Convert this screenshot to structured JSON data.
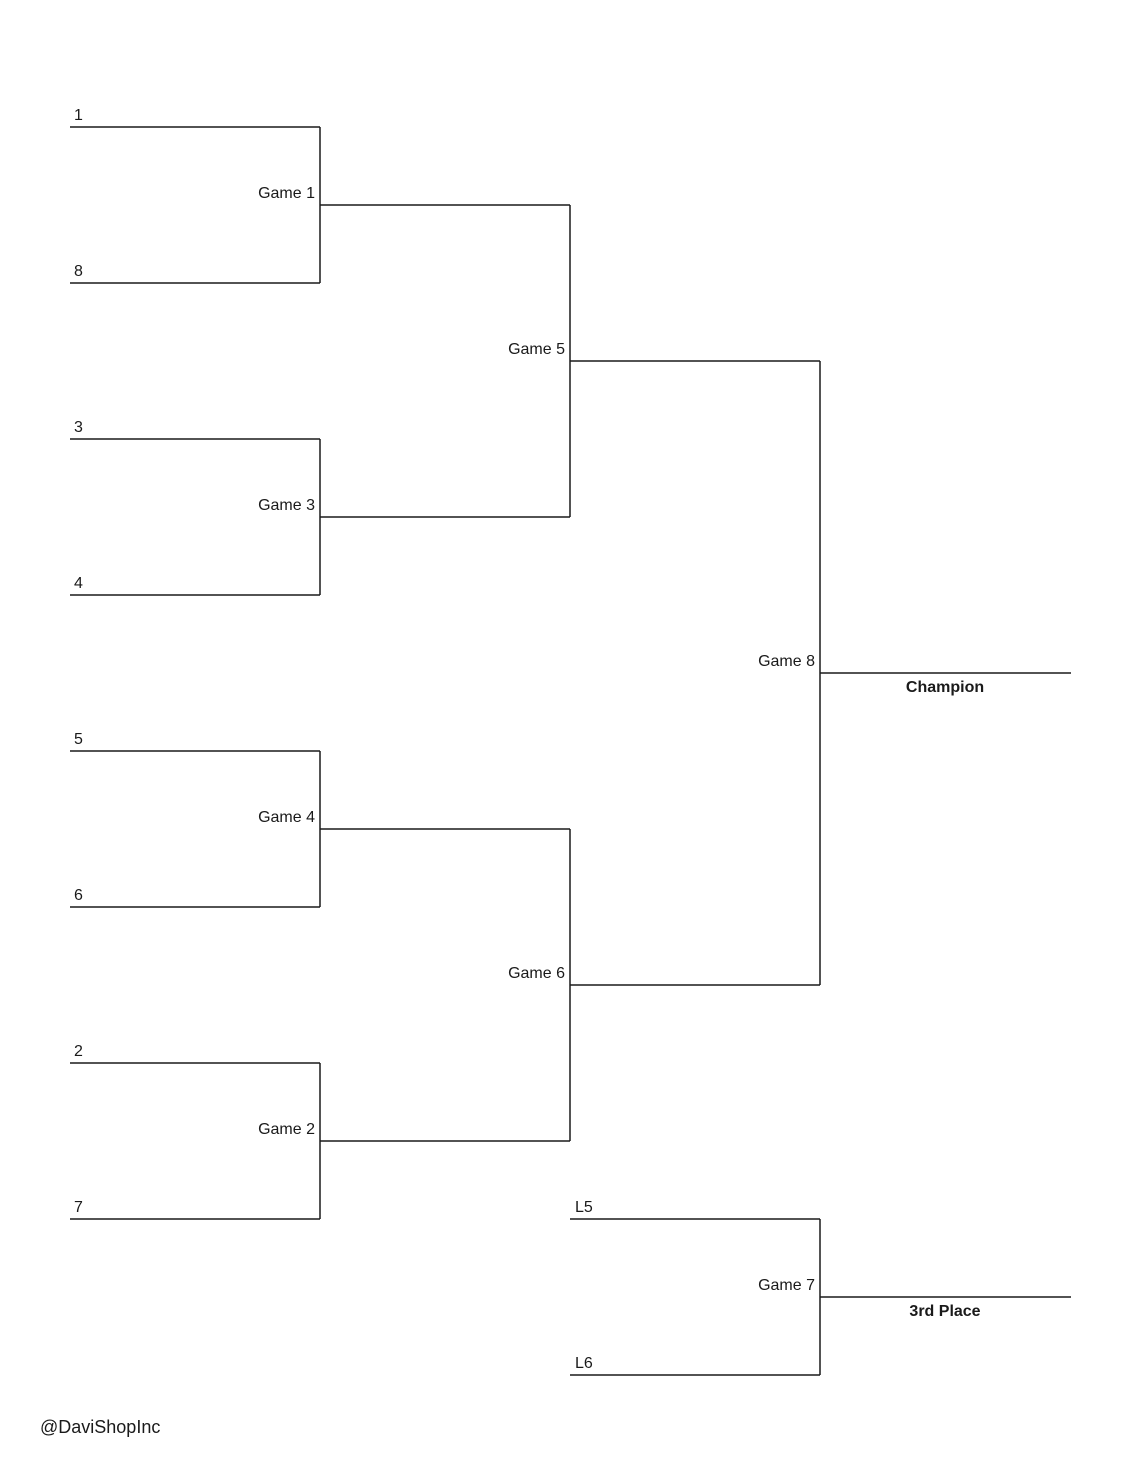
{
  "bracket": {
    "seeds": {
      "s1": "1",
      "s8": "8",
      "s3": "3",
      "s4": "4",
      "s5": "5",
      "s6": "6",
      "s2": "2",
      "s7": "7"
    },
    "games": {
      "g1": "Game 1",
      "g2": "Game 2",
      "g3": "Game 3",
      "g4": "Game 4",
      "g5": "Game 5",
      "g6": "Game 6",
      "g7": "Game 7",
      "g8": "Game 8"
    },
    "consolation": {
      "loser5": "L5",
      "loser6": "L6"
    },
    "results": {
      "champion": "Champion",
      "third_place": "3rd Place"
    }
  },
  "footer": {
    "credit": "@DaviShopInc"
  }
}
